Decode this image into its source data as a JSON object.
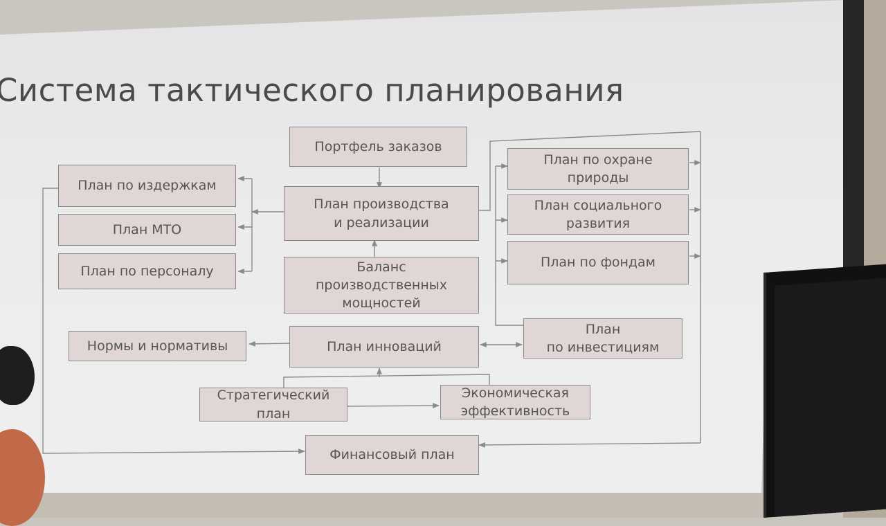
{
  "slide": {
    "title": "Система тактического планирования"
  },
  "diagram": {
    "nodes": {
      "portfolio": {
        "label": "Портфель заказов"
      },
      "production": {
        "line1": "План производства",
        "line2": "и реализации"
      },
      "costs": {
        "label": "План по издержкам"
      },
      "mto": {
        "label": "План МТО"
      },
      "personnel": {
        "label": "План по персоналу"
      },
      "capacity": {
        "line1": "Баланс",
        "line2": "производственных",
        "line3": "мощностей"
      },
      "nature": {
        "line1": "План по охране",
        "line2": "природы"
      },
      "social": {
        "line1": "План социального",
        "line2": "развития"
      },
      "funds": {
        "label": "План по фондам"
      },
      "norms": {
        "label": "Нормы и нормативы"
      },
      "innovation": {
        "label": "План инноваций"
      },
      "investment": {
        "line1": "План",
        "line2": "по инвестициям"
      },
      "strategic": {
        "line1": "Стратегический",
        "line2": "план"
      },
      "efficiency": {
        "line1": "Экономическая",
        "line2": "эффективность"
      },
      "financial": {
        "label": "Финансовый план"
      }
    },
    "colors": {
      "box_fill": "#e0d6d6",
      "box_border": "#888888",
      "line": "#8a8a8a",
      "text": "#555555"
    }
  }
}
